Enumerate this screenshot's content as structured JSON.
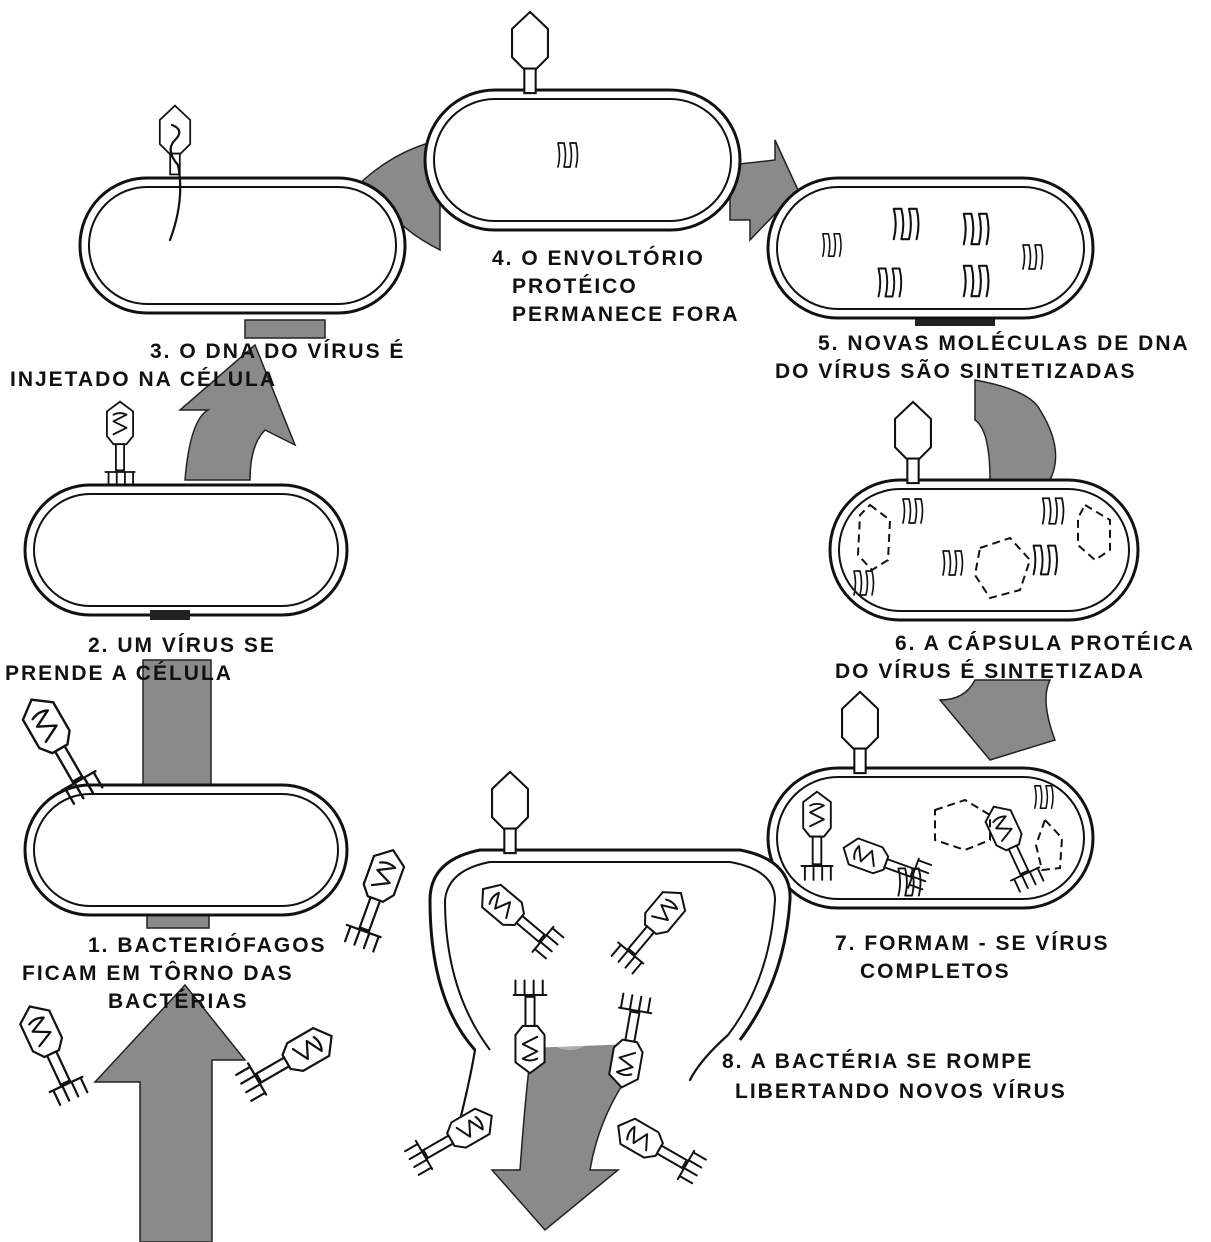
{
  "steps": [
    {
      "num": "1.",
      "lines": [
        "BACTERIÓFAGOS",
        "FICAM EM TÔRNO DAS",
        "BACTÉRIAS"
      ]
    },
    {
      "num": "2.",
      "lines": [
        "UM VÍRUS SE",
        "PRENDE A CÉLULA"
      ]
    },
    {
      "num": "3.",
      "lines": [
        "O DNA DO VÍRUS É",
        "INJETADO NA CÉLULA"
      ]
    },
    {
      "num": "4.",
      "lines": [
        "O ENVOLTÓRIO",
        "PROTÉICO",
        "PERMANECE FORA"
      ]
    },
    {
      "num": "5.",
      "lines": [
        "NOVAS MOLÉCULAS DE DNA",
        "DO VÍRUS SÃO SINTETIZADAS"
      ]
    },
    {
      "num": "6.",
      "lines": [
        "A CÁPSULA PROTÉICA",
        "DO VÍRUS É SINTETIZADA"
      ]
    },
    {
      "num": "7.",
      "lines": [
        "FORMAM - SE VÍRUS",
        "COMPLETOS"
      ]
    },
    {
      "num": "8.",
      "lines": [
        "A BACTÉRIA SE ROMPE",
        "LIBERTANDO NOVOS VÍRUS"
      ]
    }
  ],
  "colors": {
    "ink": "#111111",
    "arrow": "#8a8a8a",
    "background": "#ffffff"
  }
}
